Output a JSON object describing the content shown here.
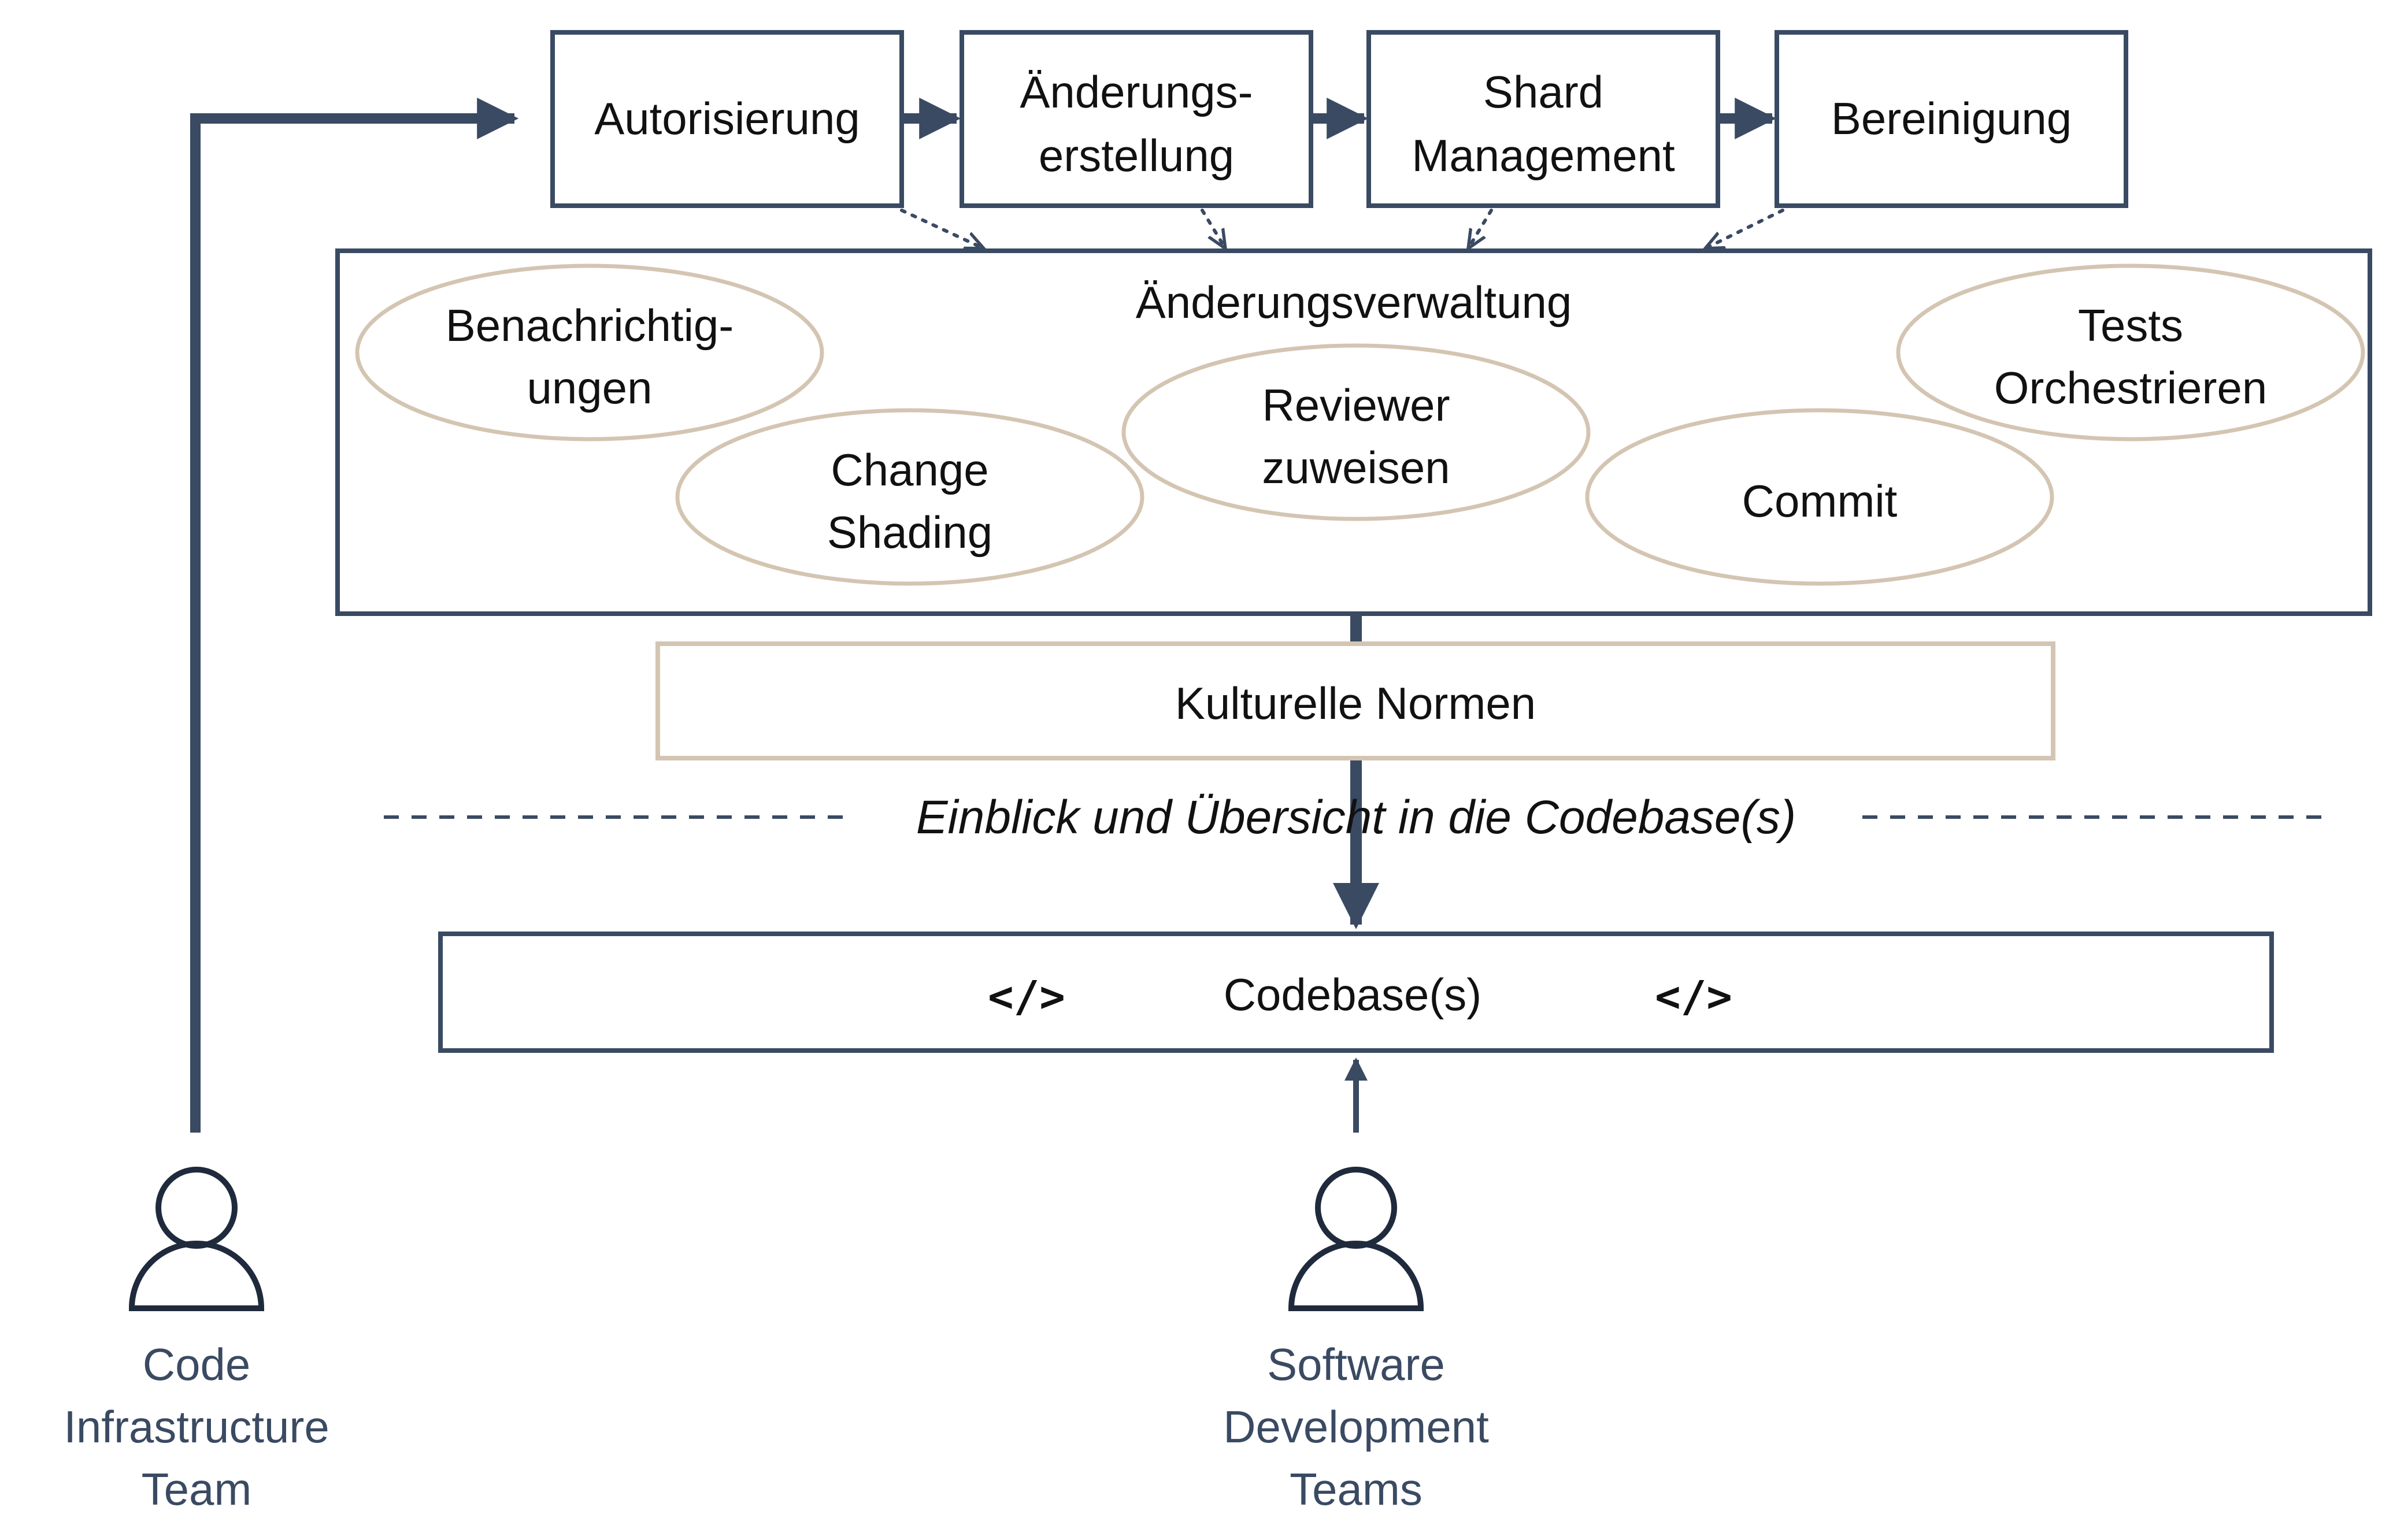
{
  "process_steps": [
    {
      "lines": [
        "Autorisierung"
      ]
    },
    {
      "lines": [
        "Änderungs-",
        "erstellung"
      ]
    },
    {
      "lines": [
        "Shard",
        "Management"
      ]
    },
    {
      "lines": [
        "Bereinigung"
      ]
    }
  ],
  "change_management": {
    "title": "Änderungsverwaltung",
    "ellipses": [
      {
        "lines": [
          "Benachrichtig-",
          "ungen"
        ]
      },
      {
        "lines": [
          "Change",
          "Shading"
        ]
      },
      {
        "lines": [
          "Reviewer",
          "zuweisen"
        ]
      },
      {
        "lines": [
          "Commit"
        ]
      },
      {
        "lines": [
          "Tests",
          "Orchestrieren"
        ]
      }
    ]
  },
  "cultural_norms": {
    "label": "Kulturelle Normen"
  },
  "insight_line": {
    "label": "Einblick und Übersicht in die Codebase(s)"
  },
  "codebase": {
    "label": "Codebase(s)",
    "code_icon": "</>"
  },
  "actors": [
    {
      "icon": "person-icon",
      "lines": [
        "Code",
        "Infrastructure",
        "Team"
      ]
    },
    {
      "icon": "person-icon",
      "lines": [
        "Software",
        "Development",
        "Teams"
      ]
    }
  ],
  "colors": {
    "dark_line": "#3a4a62",
    "tan_outline": "#d4c5b3"
  }
}
